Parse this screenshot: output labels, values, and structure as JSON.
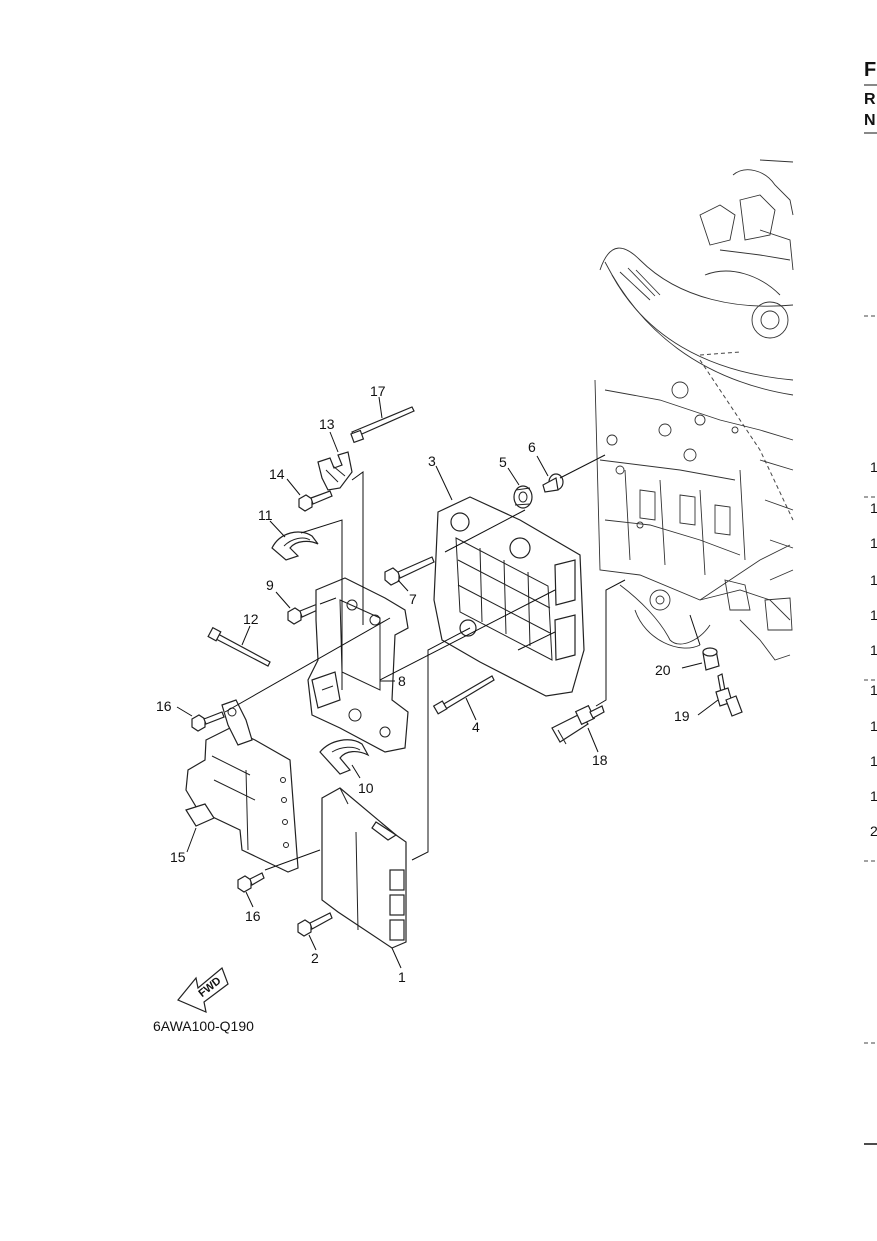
{
  "header": {
    "letter_1": "F",
    "letter_2": "R",
    "letter_3": "N"
  },
  "diagram_code": "6AWA100-Q190",
  "fwd_label": "FWD",
  "callouts": {
    "p1": "1",
    "p2": "2",
    "p3": "3",
    "p4": "4",
    "p5": "5",
    "p6": "6",
    "p7": "7",
    "p8": "8",
    "p9": "9",
    "p10": "10",
    "p11": "11",
    "p12": "12",
    "p13": "13",
    "p14": "14",
    "p15": "15",
    "p16a": "16",
    "p16b": "16",
    "p17": "17",
    "p18": "18",
    "p19": "19",
    "p20": "20"
  },
  "right_edge_numbers": [
    "1",
    "1",
    "1",
    "1",
    "1",
    "1",
    "1",
    "1",
    "1",
    "1",
    "2"
  ]
}
